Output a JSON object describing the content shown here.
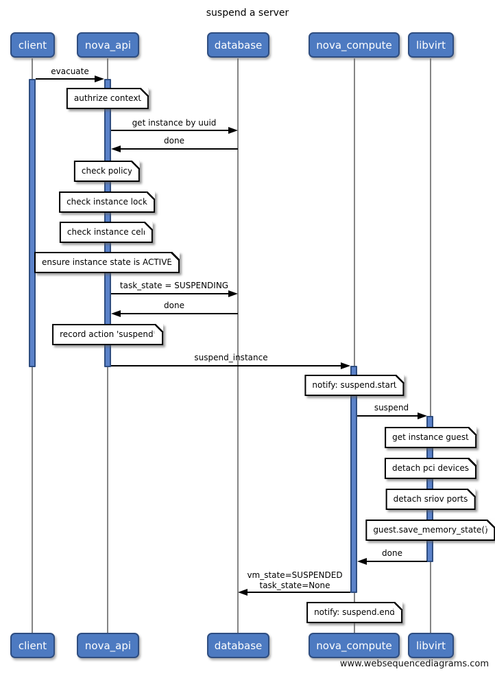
{
  "title": "suspend a server",
  "footer": "www.websequencediagrams.com",
  "colors": {
    "actor_fill": "#4d7ac1",
    "actor_border": "#2e4d80",
    "activation_fill": "#5b82c9",
    "lifeline": "#848484",
    "arrow": "#000000",
    "note_bg": "#ffffff"
  },
  "actors": [
    {
      "label": "client"
    },
    {
      "label": "nova_api"
    },
    {
      "label": "database"
    },
    {
      "label": "nova_compute"
    },
    {
      "label": "libvirt"
    }
  ],
  "messages": [
    {
      "from": "client",
      "to": "nova_api",
      "label": "evacuate"
    },
    {
      "from": "nova_api",
      "to": "database",
      "label": "get instance by uuid"
    },
    {
      "from": "database",
      "to": "nova_api",
      "label": "done"
    },
    {
      "from": "nova_api",
      "to": "database",
      "label": "task_state = SUSPENDING"
    },
    {
      "from": "database",
      "to": "nova_api",
      "label": "done"
    },
    {
      "from": "nova_api",
      "to": "nova_compute",
      "label": "suspend_instance"
    },
    {
      "from": "nova_compute",
      "to": "libvirt",
      "label": "suspend"
    },
    {
      "from": "libvirt",
      "to": "nova_compute",
      "label": "done"
    },
    {
      "from": "nova_compute",
      "to": "database",
      "label": "vm_state=SUSPENDED\ntask_state=None"
    }
  ],
  "notes": [
    {
      "over": "nova_api",
      "label": "authrize context"
    },
    {
      "over": "nova_api",
      "label": "check policy"
    },
    {
      "over": "nova_api",
      "label": "check instance lock"
    },
    {
      "over": "nova_api",
      "label": "check instance cell"
    },
    {
      "over": "nova_api",
      "label": "ensure instance state is ACTIVE"
    },
    {
      "over": "nova_api",
      "label": "record action 'suspend'"
    },
    {
      "over": "nova_compute",
      "label": "notify: suspend.start"
    },
    {
      "over": "libvirt",
      "label": "get instance guest"
    },
    {
      "over": "libvirt",
      "label": "detach pci devices"
    },
    {
      "over": "libvirt",
      "label": "detach sriov ports"
    },
    {
      "over": "libvirt",
      "label": "guest.save_memory_state()"
    },
    {
      "over": "nova_compute",
      "label": "notify: suspend.end"
    }
  ]
}
